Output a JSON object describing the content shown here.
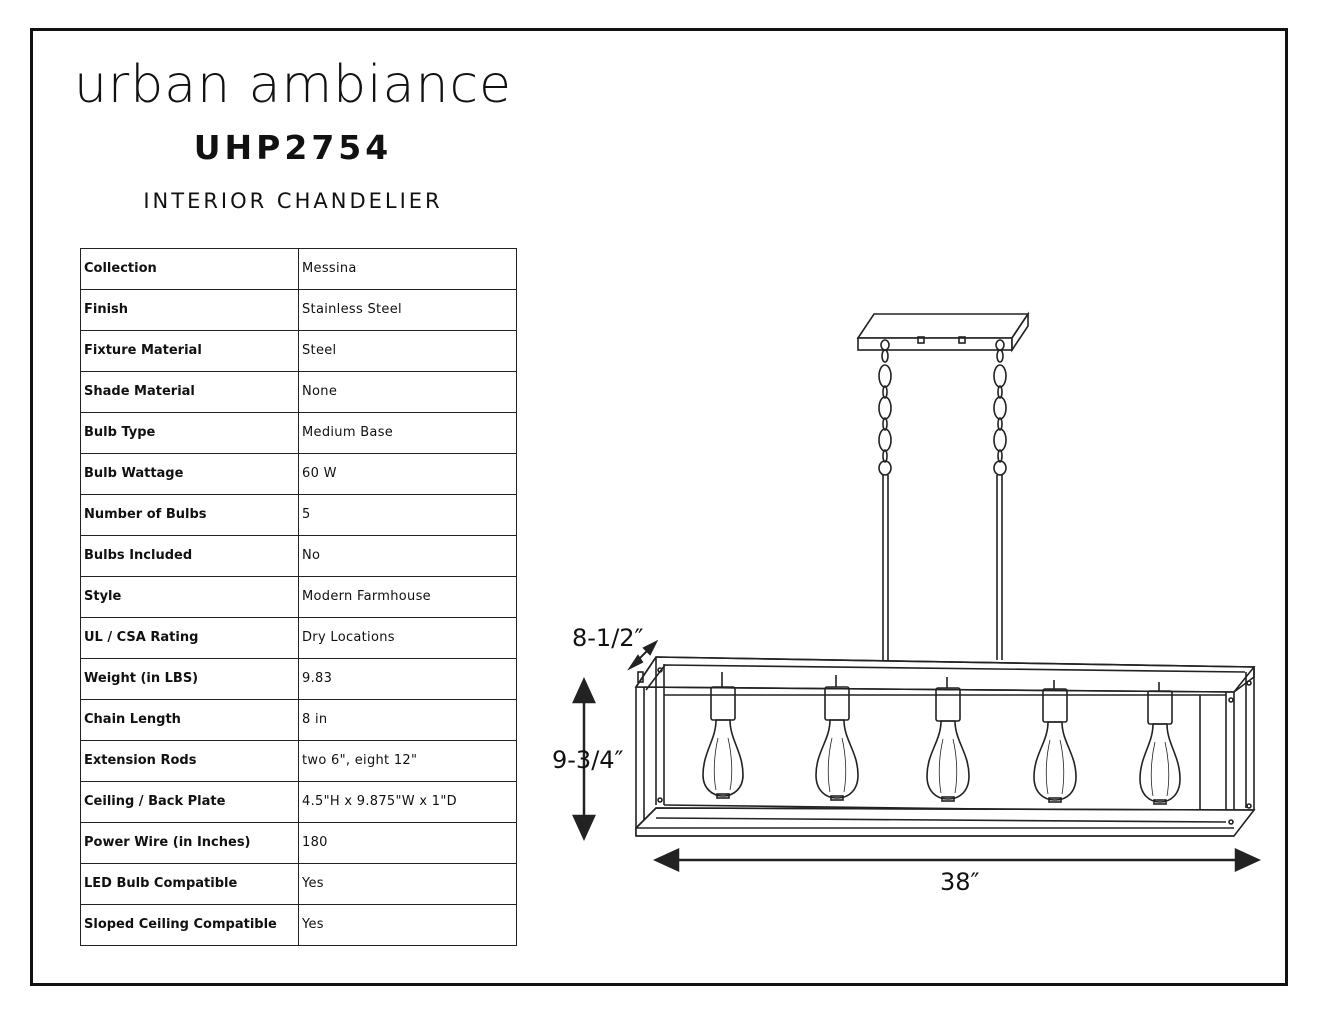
{
  "brand": "urban ambiance",
  "model": "UHP2754",
  "subtitle": "INTERIOR CHANDELIER",
  "specs": [
    {
      "label": "Collection",
      "value": "Messina"
    },
    {
      "label": "Finish",
      "value": "Stainless Steel"
    },
    {
      "label": "Fixture Material",
      "value": "Steel"
    },
    {
      "label": "Shade Material",
      "value": "None"
    },
    {
      "label": "Bulb Type",
      "value": "Medium Base"
    },
    {
      "label": "Bulb Wattage",
      "value": "60 W"
    },
    {
      "label": "Number of Bulbs",
      "value": "5"
    },
    {
      "label": "Bulbs Included",
      "value": "No"
    },
    {
      "label": "Style",
      "value": "Modern Farmhouse"
    },
    {
      "label": "UL / CSA Rating",
      "value": "Dry Locations"
    },
    {
      "label": "Weight (in LBS)",
      "value": "9.83"
    },
    {
      "label": "Chain Length",
      "value": "8 in"
    },
    {
      "label": "Extension Rods",
      "value": "two 6\", eight 12\""
    },
    {
      "label": "Ceiling / Back Plate",
      "value": "4.5\"H x 9.875\"W x 1\"D"
    },
    {
      "label": "Power Wire (in Inches)",
      "value": "180"
    },
    {
      "label": "LED Bulb Compatible",
      "value": "Yes"
    },
    {
      "label": "Sloped Ceiling Compatible",
      "value": "Yes"
    }
  ],
  "dimensions": {
    "depth": "8-1/2″",
    "height": "9-3/4″",
    "width": "38″"
  }
}
